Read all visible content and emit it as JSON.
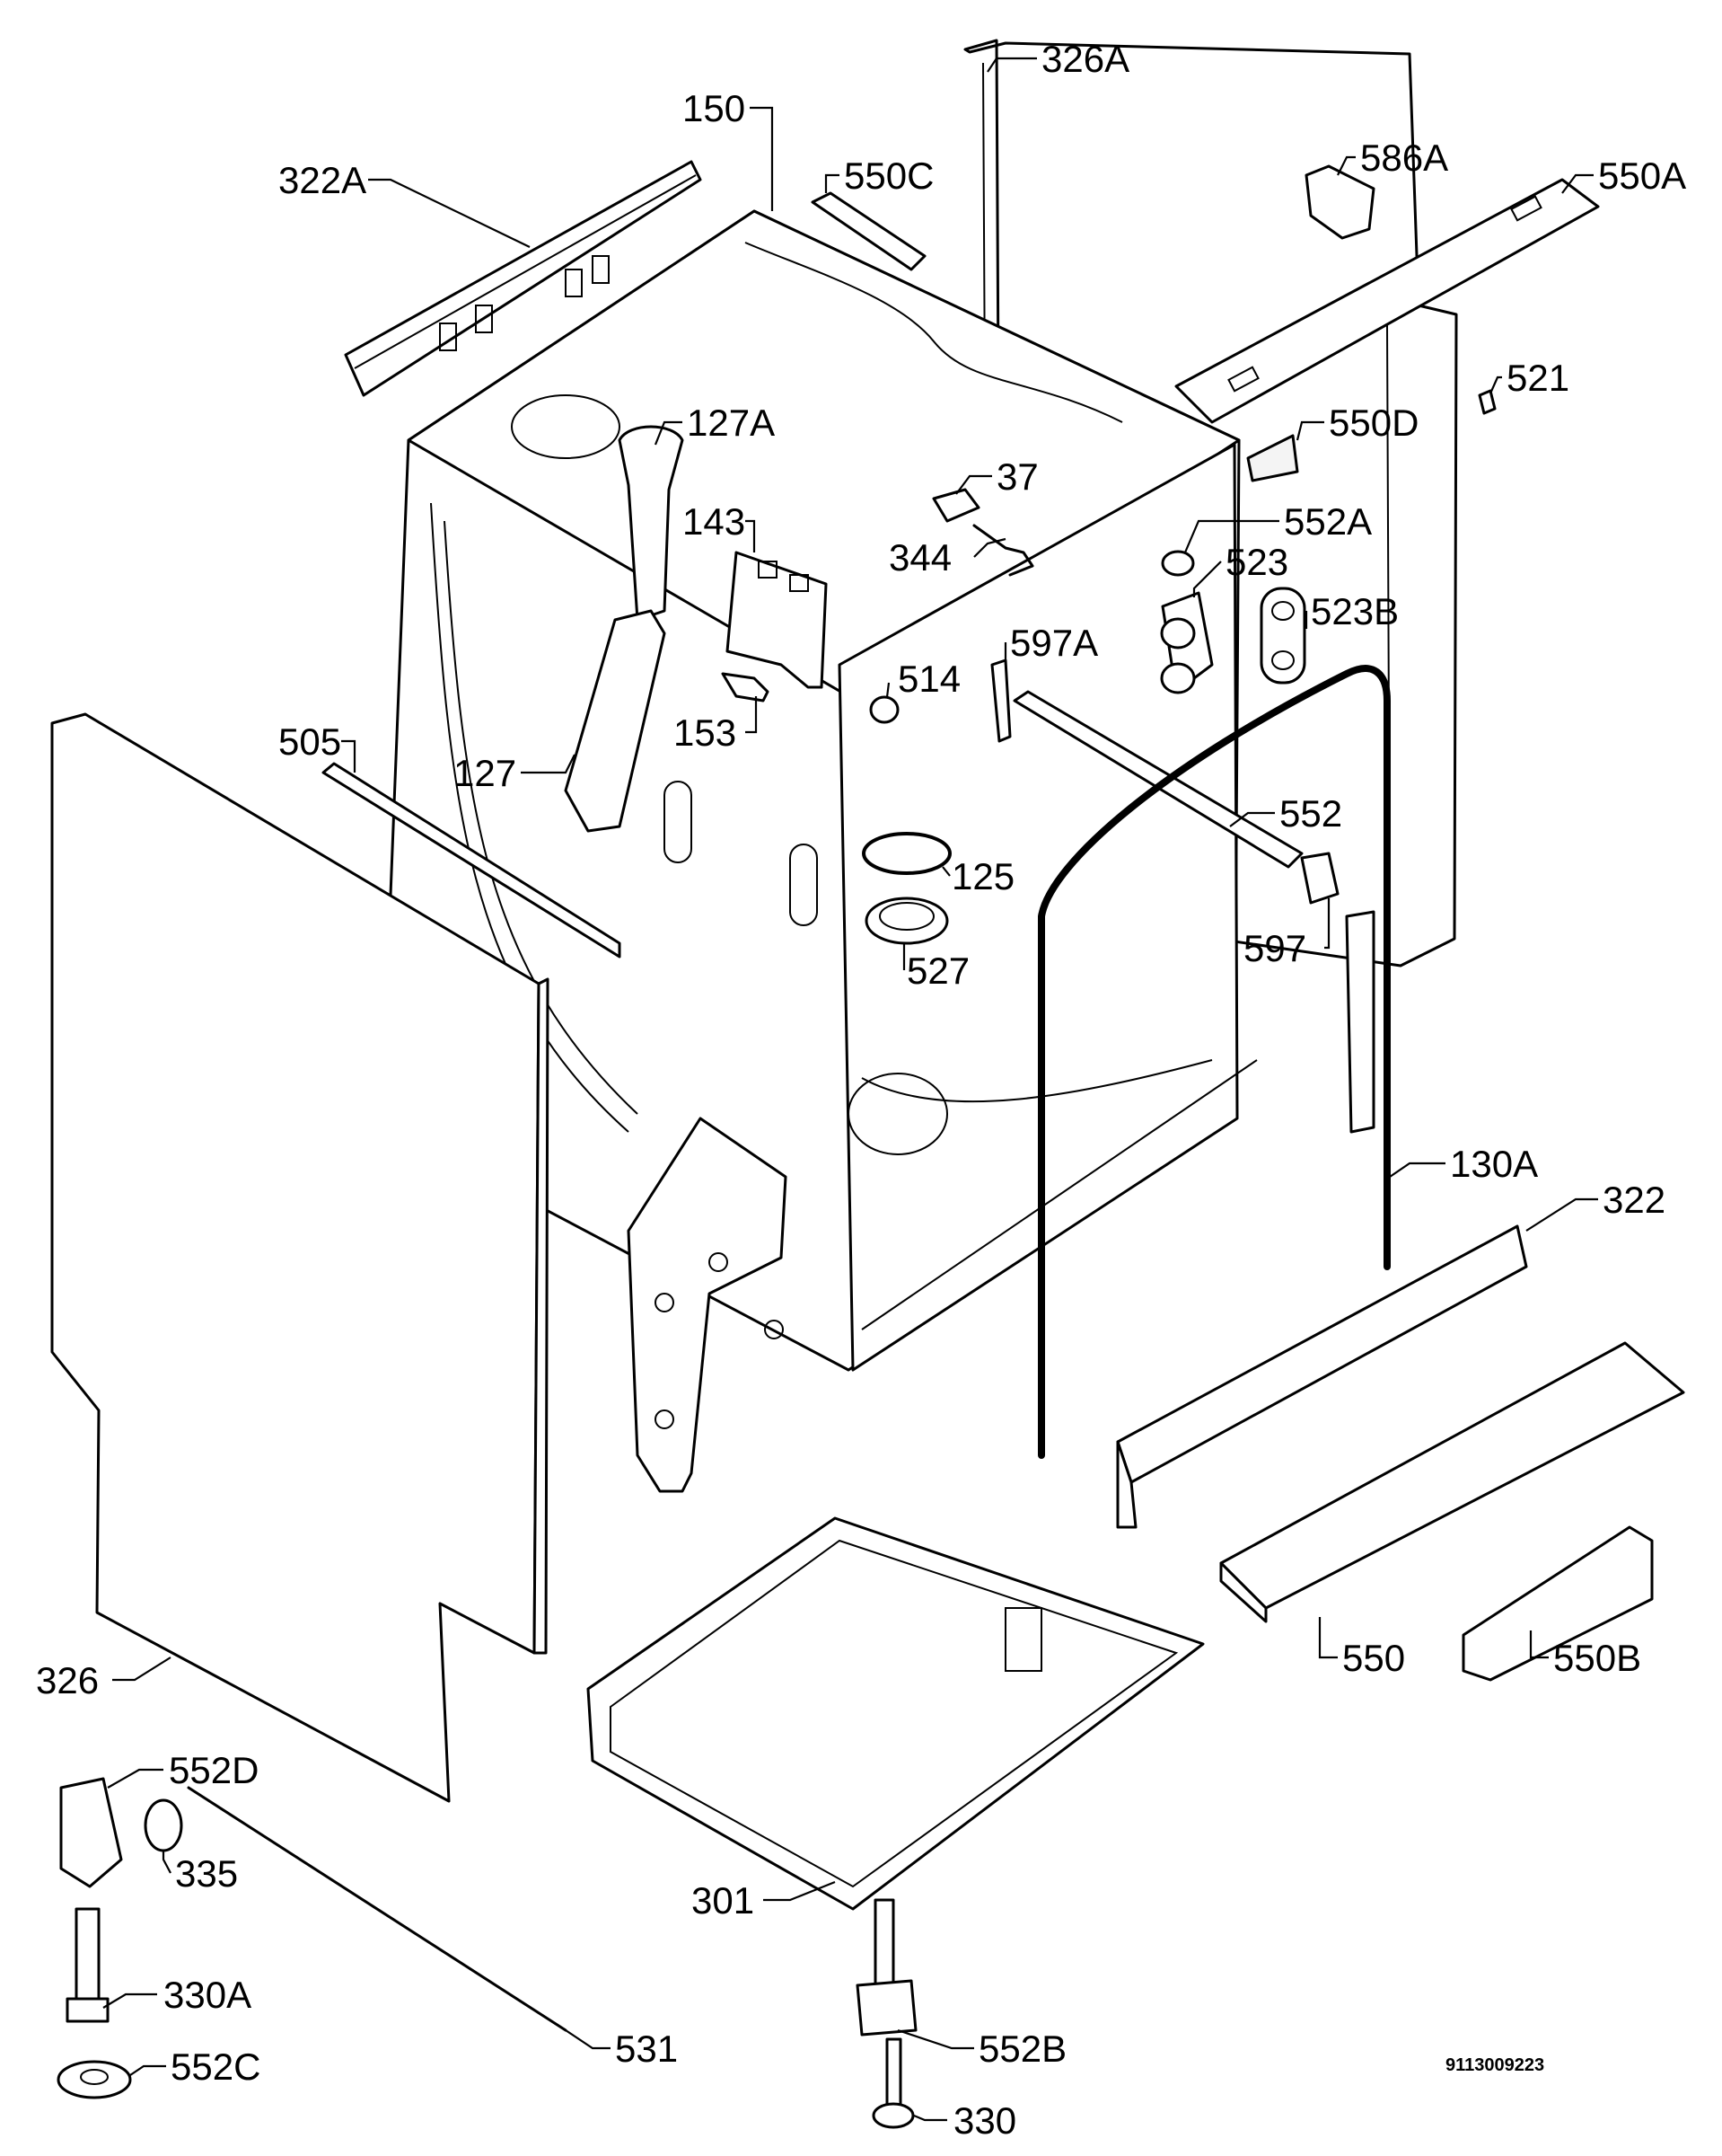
{
  "diagram_code": "9113009223",
  "labels": {
    "l326A": "326A",
    "l150": "150",
    "l322A": "322A",
    "l550C": "550C",
    "l586A": "586A",
    "l550A": "550A",
    "l521": "521",
    "l127A": "127A",
    "l550D": "550D",
    "l37": "37",
    "l143": "143",
    "l552A": "552A",
    "l344": "344",
    "l523": "523",
    "l523B": "523B",
    "l597A": "597A",
    "l514": "514",
    "l153": "153",
    "l505": "505",
    "l127": "127",
    "l552": "552",
    "l125": "125",
    "l597": "597",
    "l527": "527",
    "l130A": "130A",
    "l322": "322",
    "l550": "550",
    "l550B": "550B",
    "l326": "326",
    "l552D": "552D",
    "l335": "335",
    "l301": "301",
    "l330A": "330A",
    "l531": "531",
    "l552B": "552B",
    "l552C": "552C",
    "l330": "330"
  }
}
